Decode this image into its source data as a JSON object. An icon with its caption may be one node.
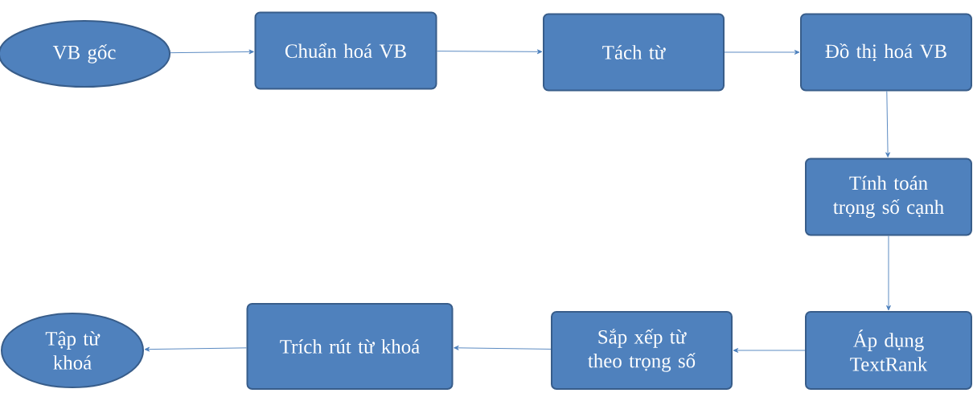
{
  "diagram": {
    "nodes": [
      {
        "text": [
          "VB gốc"
        ]
      },
      {
        "text": [
          "Chuẩn hoá VB"
        ]
      },
      {
        "text": [
          "Tách từ"
        ]
      },
      {
        "text": [
          "Đồ thị hoá VB"
        ]
      },
      {
        "text": [
          "Tính toán trọng số cạnh"
        ]
      },
      {
        "text": [
          "Áp dụng TextRank"
        ]
      },
      {
        "text": [
          "Sắp xếp từ theo trọng số"
        ]
      },
      {
        "text": [
          "Trích rút từ khoá"
        ]
      },
      {
        "text": [
          "Tập từ khoá"
        ]
      }
    ],
    "edges": [
      {
        "from": 0,
        "to": 1,
        "arrow": "to"
      },
      {
        "from": 1,
        "to": 2,
        "arrow": "to"
      },
      {
        "from": 2,
        "to": 3,
        "arrow": "to"
      },
      {
        "from": 3,
        "to": 4,
        "arrow": "to"
      },
      {
        "from": 4,
        "to": 5,
        "arrow": "to"
      },
      {
        "from": 5,
        "to": 6,
        "arrow": "to"
      },
      {
        "from": 6,
        "to": 7,
        "arrow": "to"
      },
      {
        "from": 7,
        "to": 8,
        "arrow": "to"
      }
    ]
  }
}
